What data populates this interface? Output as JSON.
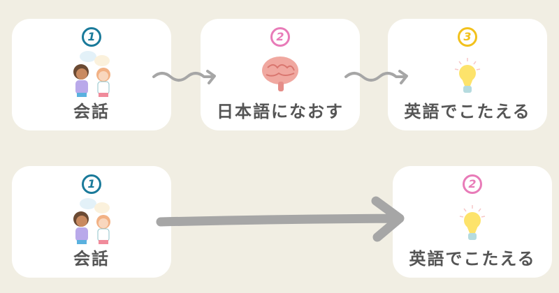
{
  "colors": {
    "step1": "#1a7a9a",
    "step2": "#e87bb8",
    "step3": "#f2c11c",
    "arrow": "#a6a6a6",
    "text": "#555555",
    "background": "#f1eee3"
  },
  "top_row": [
    {
      "number": "1",
      "label": "会話",
      "icon": "people-talking-icon"
    },
    {
      "number": "2",
      "label": "日本語になおす",
      "icon": "brain-icon"
    },
    {
      "number": "3",
      "label": "英語でこたえる",
      "icon": "lightbulb-icon"
    }
  ],
  "bottom_row": [
    {
      "number": "1",
      "label": "会話",
      "icon": "people-talking-icon"
    },
    {
      "number": "2",
      "label": "英語でこたえる",
      "icon": "lightbulb-icon"
    }
  ]
}
